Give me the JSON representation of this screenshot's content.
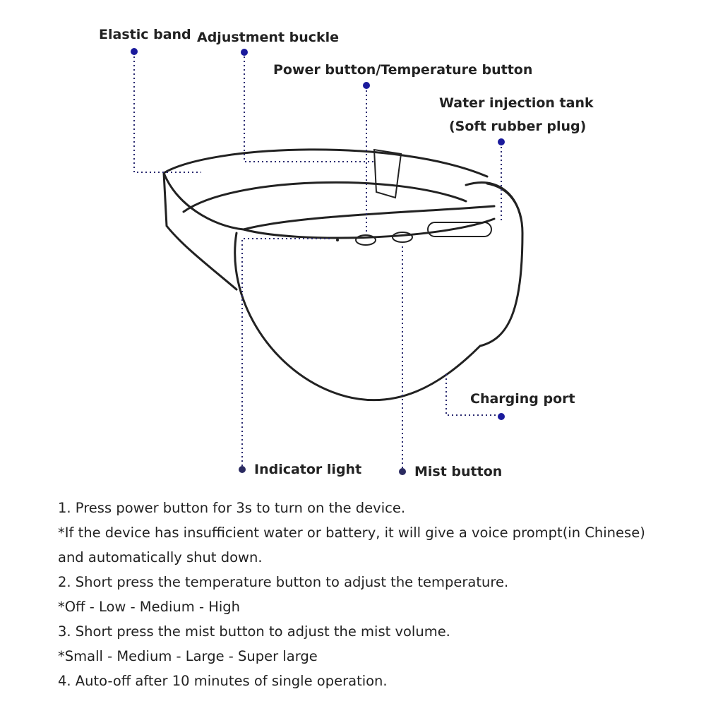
{
  "labels": {
    "elastic_band": "Elastic band",
    "adjustment_buckle": "Adjustment buckle",
    "power_button": "Power button/Temperature button",
    "water_tank_line1": "Water injection tank",
    "water_tank_line2": "(Soft rubber plug)",
    "charging_port": "Charging port",
    "indicator_light": "Indicator light",
    "mist_button": "Mist button"
  },
  "instructions": [
    "1. Press power button for 3s to turn on the device.",
    "*If the device has insufficient water or battery, it will give a voice prompt(in Chinese)",
    "and automatically shut down.",
    "2. Short press the temperature button to adjust the temperature.",
    "*Off - Low - Medium - High",
    "3. Short press the mist button to adjust the mist volume.",
    "*Small - Medium - Large - Super large",
    "4. Auto-off after 10 minutes of single operation."
  ],
  "colors": {
    "marker": "#1a1a9c",
    "line": "#222222"
  }
}
